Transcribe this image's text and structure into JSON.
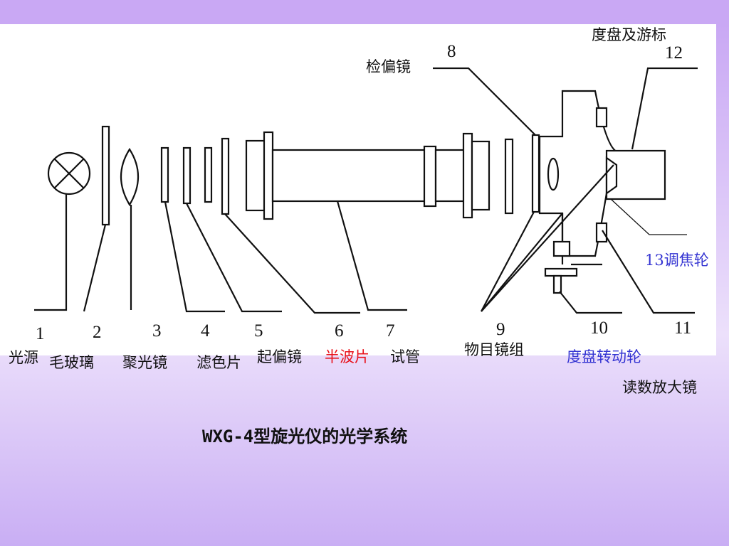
{
  "components": {
    "c1": {
      "number": "1",
      "label": "光源"
    },
    "c2": {
      "number": "2",
      "label": "毛玻璃"
    },
    "c3": {
      "number": "3",
      "label": "聚光镜"
    },
    "c4": {
      "number": "4",
      "label": "滤色片"
    },
    "c5": {
      "number": "5",
      "label": "起偏镜"
    },
    "c6": {
      "number": "6",
      "label": "半波片"
    },
    "c7": {
      "number": "7",
      "label": "试管"
    },
    "c8": {
      "number": "8",
      "label": "检偏镜"
    },
    "c9": {
      "number": "9",
      "label": "物目镜组"
    },
    "c10": {
      "number": "10",
      "label": "度盘转动轮"
    },
    "c11": {
      "number": "11",
      "label": "读数放大镜"
    },
    "c12": {
      "number": "12",
      "label": "度盘及游标"
    },
    "c13": {
      "label": "13调焦轮"
    }
  },
  "caption": "WXG-4型旋光仪的光学系统",
  "colors": {
    "background_top": "#c9a8f4",
    "highlight_red": "#e8141e",
    "highlight_blue": "#3434d2"
  }
}
